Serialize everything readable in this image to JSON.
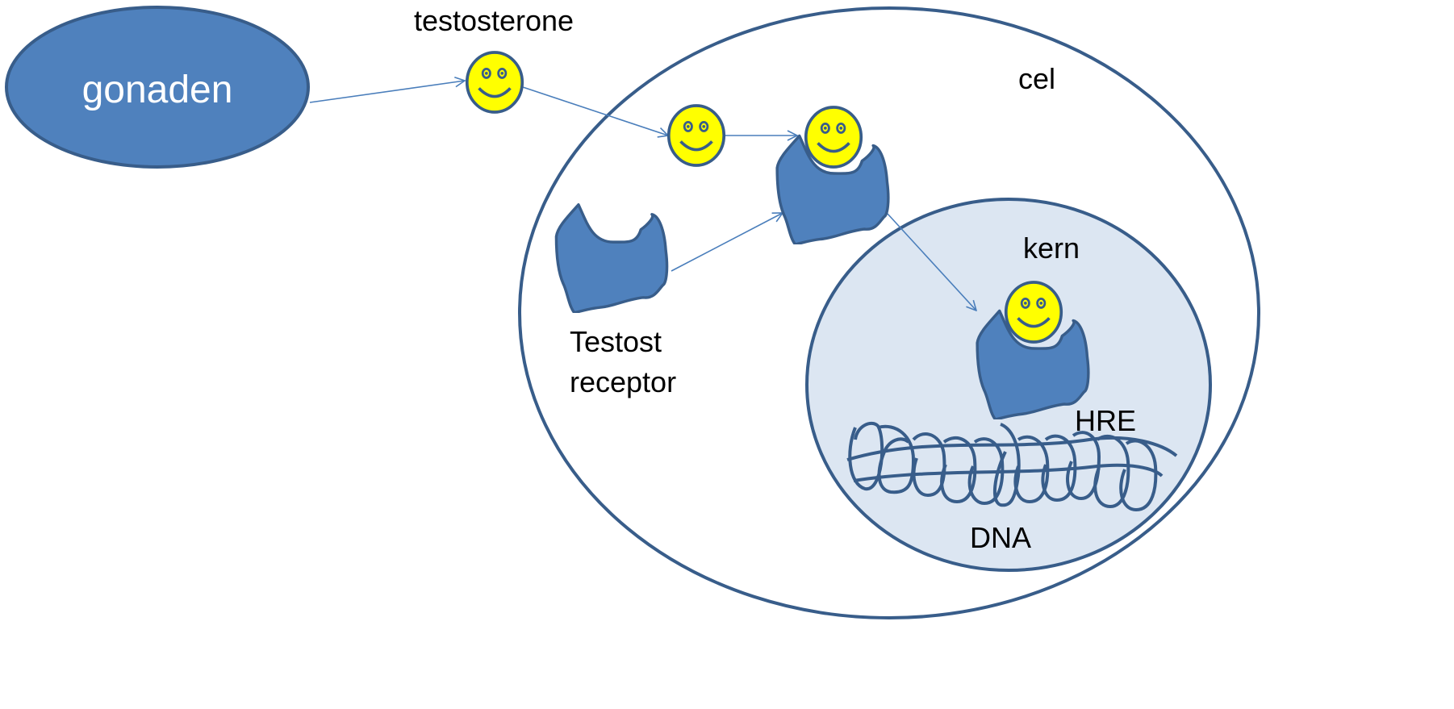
{
  "labels": {
    "gonads": "gonaden",
    "hormone": "testosterone",
    "cell": "cel",
    "nucleus": "kern",
    "receptor_line1": "Testost",
    "receptor_line2": "receptor",
    "hre": "HRE",
    "dna": "DNA"
  },
  "colors": {
    "gonads_fill": "#4f81bd",
    "outline": "#385d8a",
    "receptor_fill": "#4f81bd",
    "hormone_fill": "#ffff00",
    "nucleus_fill": "#dce6f2",
    "arrow": "#4a7ebb",
    "dna_strand": "#385d8a"
  },
  "icons": {
    "hormone": "smiley-face-icon",
    "receptor": "receptor-cup-shape"
  }
}
